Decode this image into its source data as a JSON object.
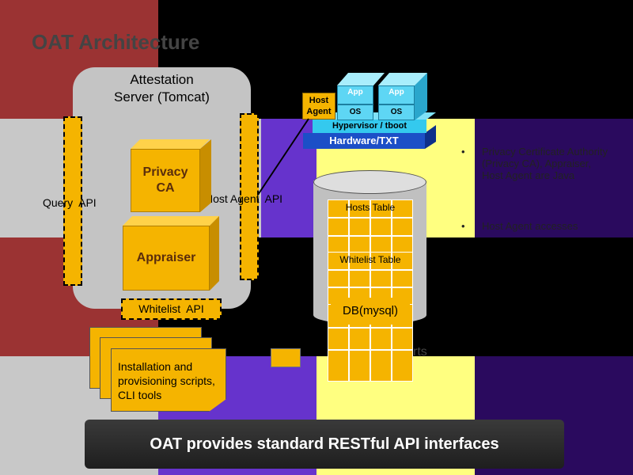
{
  "slide": {
    "title": "OAT Architecture",
    "footer_banner": "OAT provides standard RESTful API interfaces"
  },
  "server": {
    "title_line1": "Attestation",
    "title_line2": "Server (Tomcat)",
    "privacy_ca_line1": "Privacy",
    "privacy_ca_line2": "CA",
    "appraiser": "Appraiser",
    "query_api": "Query  API",
    "host_agent_api": "Host Agent  API",
    "whitelist_api": "Whitelist  API"
  },
  "platform": {
    "host_agent_line1": "Host",
    "host_agent_line2": "Agent",
    "app1": "App",
    "app2": "App",
    "os1": "OS",
    "os2": "OS",
    "hypervisor": "Hypervisor / tboot",
    "hardware": "Hardware/TXT"
  },
  "database": {
    "hosts_table": "Hosts Table",
    "whitelist_table": "Whitelist Table",
    "db_label": "DB(mysql)"
  },
  "scripts": {
    "line1": "Installation and",
    "line2": "provisioning scripts,",
    "line3": "CLI tools"
  },
  "notes": {
    "bullet1": "Privacy Certificate Authority (Privacy CA), Appraiser, Host Agent are Java",
    "bullet2": "Host Agent accesses",
    "partial_text": "rts"
  },
  "colors": {
    "accent_orange": "#f5b400",
    "bg_red": "#9b3333",
    "bg_purple": "#6633cc",
    "bg_dark_purple": "#2a0a5e",
    "bg_yellow": "#ffff80",
    "bg_gray": "#c8c8c8"
  }
}
